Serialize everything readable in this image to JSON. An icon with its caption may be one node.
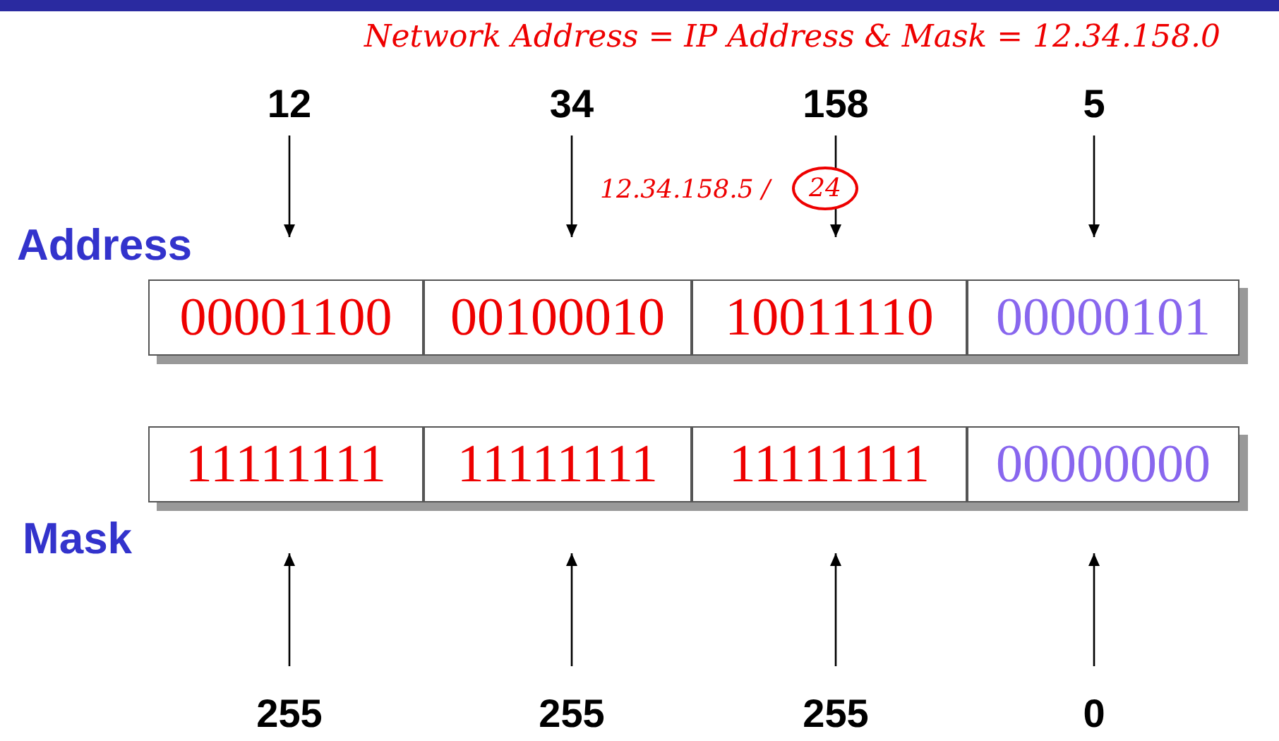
{
  "diagram": {
    "nodes": [
      {
        "text": [
          "12"
        ]
      },
      {
        "text": [
          "34"
        ]
      },
      {
        "text": [
          "158"
        ]
      },
      {
        "text": [
          "5"
        ]
      },
      {
        "text": [
          "00001100"
        ]
      },
      {
        "text": [
          "00100010"
        ]
      },
      {
        "text": [
          "10011110"
        ]
      },
      {
        "text": [
          "00000101"
        ]
      },
      {
        "text": [
          "11111111"
        ]
      },
      {
        "text": [
          "11111111"
        ]
      },
      {
        "text": [
          "11111111"
        ]
      },
      {
        "text": [
          "00000000"
        ]
      },
      {
        "text": [
          "255"
        ]
      },
      {
        "text": [
          "255"
        ]
      },
      {
        "text": [
          "255"
        ]
      },
      {
        "text": [
          "0"
        ]
      }
    ],
    "edges": [
      {
        "from": 0,
        "to": 4,
        "arrow": "to"
      },
      {
        "from": 1,
        "to": 5,
        "arrow": "to"
      },
      {
        "from": 2,
        "to": 6,
        "arrow": "to"
      },
      {
        "from": 3,
        "to": 7,
        "arrow": "to"
      },
      {
        "from": 12,
        "to": 8,
        "arrow": "to"
      },
      {
        "from": 13,
        "to": 9,
        "arrow": "to"
      },
      {
        "from": 14,
        "to": 10,
        "arrow": "to"
      },
      {
        "from": 15,
        "to": 11,
        "arrow": "to"
      }
    ],
    "labels": [
      "Network Address = IP Address & Mask = 12.34.158.0",
      "12.34.158.5 /",
      "24",
      "Address",
      "Mask"
    ]
  }
}
